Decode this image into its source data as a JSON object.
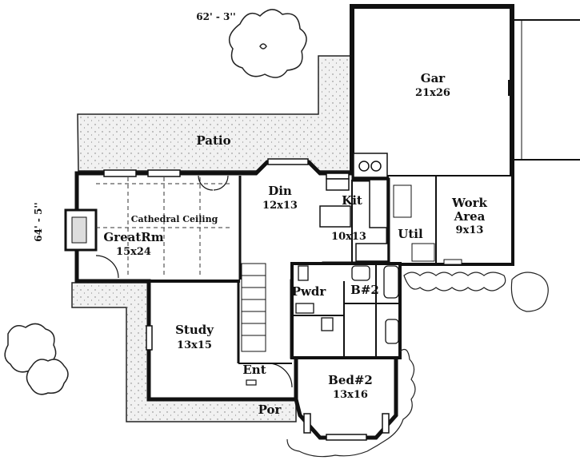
{
  "dimensions": {
    "width": "62' - 3''",
    "depth": "64' - 5''"
  },
  "rooms": {
    "patio": {
      "name": "Patio"
    },
    "garage": {
      "name": "Gar",
      "size": "21x26"
    },
    "work_area": {
      "name_line1": "Work",
      "name_line2": "Area",
      "size": "9x13"
    },
    "dining": {
      "name": "Din",
      "size": "12x13"
    },
    "kitchen": {
      "name": "Kit",
      "size": "10x13"
    },
    "utility": {
      "name": "Util"
    },
    "great_room": {
      "name": "GreatRm",
      "size": "15x24",
      "note": "Cathedral Ceiling"
    },
    "powder": {
      "name": "Pwdr"
    },
    "bath2": {
      "name": "B#2"
    },
    "study": {
      "name": "Study",
      "size": "13x15"
    },
    "entry": {
      "name": "Ent"
    },
    "bedroom2": {
      "name": "Bed#2",
      "size": "13x16"
    },
    "porch": {
      "name": "Por"
    }
  },
  "colors": {
    "wall": "#111111",
    "paving": "#e6e6e6",
    "paving_dots": "#777777",
    "plant": "#222222"
  }
}
